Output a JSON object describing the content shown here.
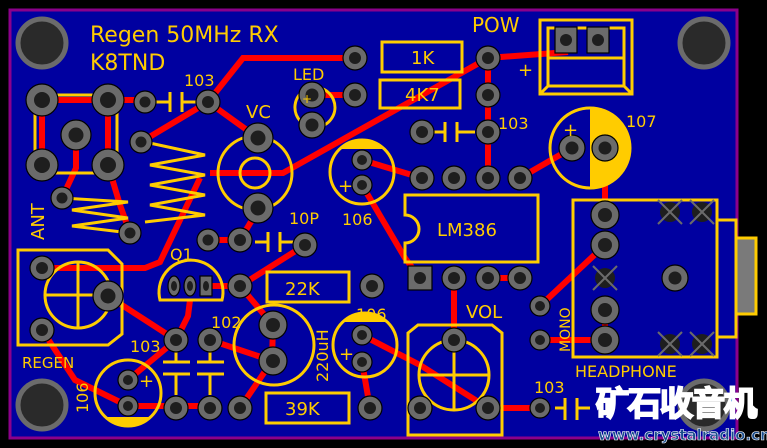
{
  "board": {
    "title": "Regen 50MHz RX",
    "author": "K8TND",
    "colors": {
      "background": "#000000",
      "board_fill": "#0000a0",
      "board_outline": "#8b008b",
      "silkscreen": "#ffcc00",
      "trace": "#ff0000",
      "pad": "#6b6b6b",
      "drill": "#1e1e1e"
    }
  },
  "labels": {
    "pow": "POW",
    "pow_plus": "+",
    "led": "LED",
    "r1": "1K",
    "r2": "4K7",
    "c_top_left": "103",
    "c_top_right": "103",
    "c_107": "107",
    "vc": "VC",
    "c_10p": "10P",
    "c_106_mid": "106",
    "ic": "LM386",
    "ant": "ANT",
    "q1": "Q1",
    "r_22k": "22K",
    "c_102": "102",
    "c_103_left": "103",
    "inductor": "220uH",
    "c_106_lower": "106",
    "vol": "VOL",
    "mono": "MONO",
    "regen": "REGEN",
    "c_106_bottom": "106",
    "r_39k": "39K",
    "c_103_bottom": "103",
    "headphone": "HEADPHONE",
    "plus": "+"
  },
  "watermark": {
    "chinese": "矿石收音机",
    "url": "www.crystalradio.cn"
  }
}
